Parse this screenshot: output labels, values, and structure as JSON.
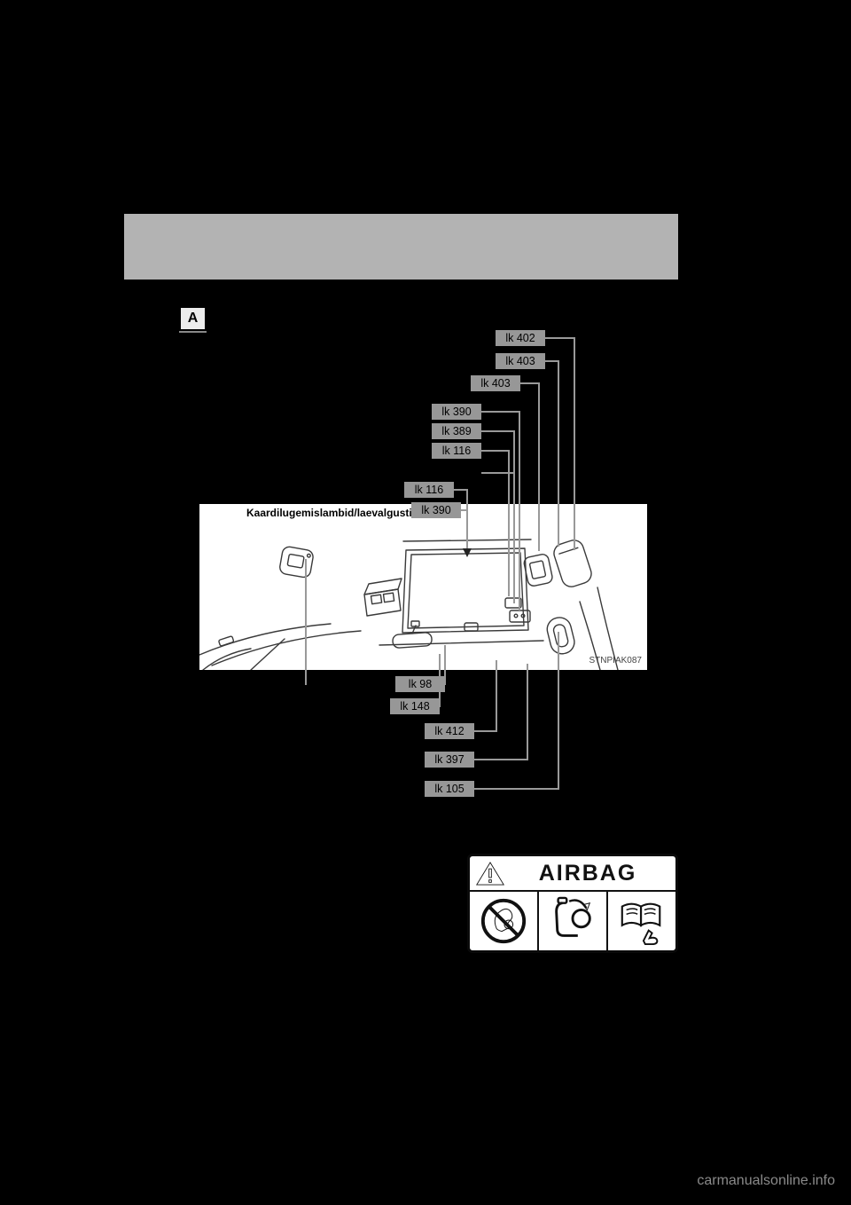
{
  "marker": {
    "label": "A"
  },
  "figure": {
    "caption": "Kaardilugemislambid/laevalgusti",
    "code": "STNPIAK087"
  },
  "references": [
    {
      "id": "ref-lk402",
      "text": "lk 402"
    },
    {
      "id": "ref-lk403a",
      "text": "lk 403"
    },
    {
      "id": "ref-lk403b",
      "text": "lk 403"
    },
    {
      "id": "ref-lk390a",
      "text": "lk 390"
    },
    {
      "id": "ref-lk389",
      "text": "lk 389"
    },
    {
      "id": "ref-lk116a",
      "text": "lk 116"
    },
    {
      "id": "ref-lk116b",
      "text": "lk 116"
    },
    {
      "id": "ref-lk390b",
      "text": "lk 390"
    },
    {
      "id": "ref-lk98",
      "text": "lk 98"
    },
    {
      "id": "ref-lk148",
      "text": "lk 148"
    },
    {
      "id": "ref-lk412",
      "text": "lk 412"
    },
    {
      "id": "ref-lk397",
      "text": "lk 397"
    },
    {
      "id": "ref-lk105",
      "text": "lk 105"
    }
  ],
  "airbag": {
    "title": "AIRBAG"
  },
  "watermark": "carmanualsonline.info",
  "colors": {
    "page_background": "#000000",
    "header_bar": "#b3b3b3",
    "badge_background": "#979797",
    "leader_line": "#999999",
    "illustration_background": "#ffffff",
    "label_border": "#0a0a0a"
  }
}
